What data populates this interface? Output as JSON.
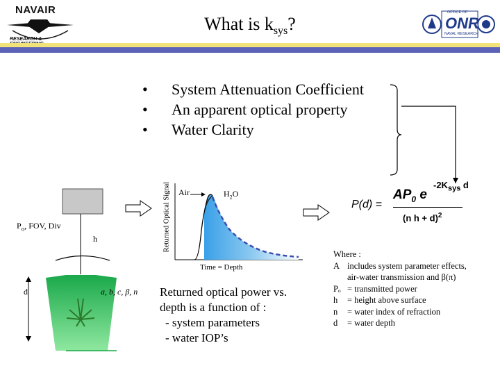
{
  "header": {
    "title_main": "What is k",
    "title_sub": "sys",
    "title_end": "?",
    "left_logo_text": "NAVAIR",
    "left_logo_arc": "RESEARCH & ENGINEERING",
    "right_logo_top": "OFFICE OF",
    "right_logo_text": "ONR",
    "right_logo_bottom": "NAVAL RESEARCH",
    "colors": {
      "yellow_bar": "#f2e27a",
      "blue_bar": "#5b63b8"
    }
  },
  "bullets": {
    "items": [
      "System Attenuation Coefficient",
      "An apparent optical property",
      "Water Clarity"
    ],
    "marker": "•"
  },
  "diagram": {
    "sensor_label": "P",
    "sensor_label_sub": "o",
    "sensor_label_rest": ", FOV, Div",
    "height_label": "h",
    "depth_label": "d",
    "params_label": "a, b, c, β, n"
  },
  "plot": {
    "ylabel": "Returned Optical Signal",
    "xlabel": "Time = Depth",
    "air_label": "Air",
    "water_label": "H",
    "water_label_sub": "2",
    "water_label_end": "O"
  },
  "equation": {
    "lhs": "P(d) =",
    "num_a": "AP",
    "num_sub": "0",
    "num_e": " e",
    "exp_pre": "-2K",
    "exp_sub": "sys",
    "exp_post": " d",
    "den": "(n h + d)",
    "den_exp": "2"
  },
  "caption": {
    "line1": "Returned optical power vs.",
    "line2": "depth is a function of :",
    "line3": "- system parameters",
    "line4": "- water IOP’s"
  },
  "where": {
    "heading": "Where :",
    "rows": [
      {
        "key": "A",
        "text": "includes system parameter effects,"
      },
      {
        "key": "",
        "text": "air-water transmission and β(π)"
      },
      {
        "key": "Pₒ",
        "text": "= transmitted power"
      },
      {
        "key": "h",
        "text": "= height above surface"
      },
      {
        "key": "n",
        "text": "= water index of refraction"
      },
      {
        "key": "d",
        "text": "= water depth"
      }
    ]
  }
}
